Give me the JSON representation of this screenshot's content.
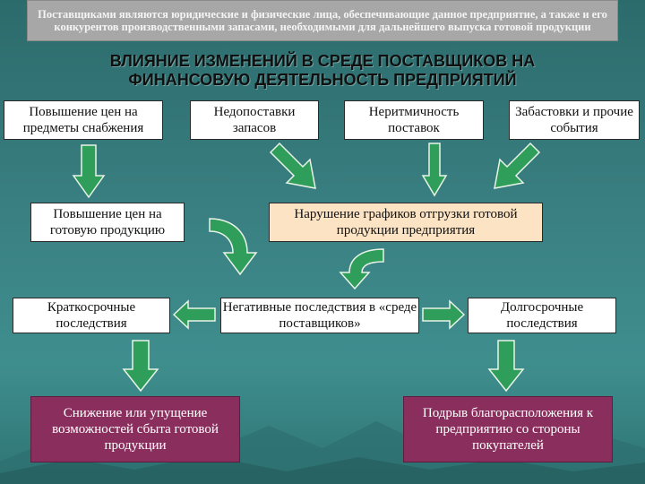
{
  "top_note": "Поставщиками являются юридические и физические лица, обеспечивающие данное предприятие, а также и его конкурентов производственными запасами, необходимыми для дальнейшего выпуска готовой продукции",
  "title": "ВЛИЯНИЕ ИЗМЕНЕНИЙ В СРЕДЕ ПОСТАВЩИКОВ НА ФИНАНСОВУЮ ДЕЯТЕЛЬНОСТЬ ПРЕДПРИЯТИЙ",
  "top_row": [
    "Повышение цен на предметы снабжения",
    "Недопоставки запасов",
    "Неритмичность поставок",
    "Забастовки и прочие события"
  ],
  "middle_row": {
    "left": "Повышение цен на готовую продукцию",
    "right": "Нарушение графиков отгрузки готовой продукции предприятия"
  },
  "consequences": {
    "left": "Краткосрочные последствия",
    "center": "Негативные последствия в «среде поставщиков»",
    "right": "Долгосрочные последствия"
  },
  "bottom_row": {
    "left": "Снижение или упущение возможностей сбыта готовой продукции",
    "right": "Подрыв благорасположения к предприятию со стороны покупателей"
  },
  "colors": {
    "arrow_fill": "#2f9e5a",
    "arrow_stroke": "#e8f3e8",
    "highlight_box": "#fbe3c4",
    "result_box": "#8a2f5d"
  }
}
